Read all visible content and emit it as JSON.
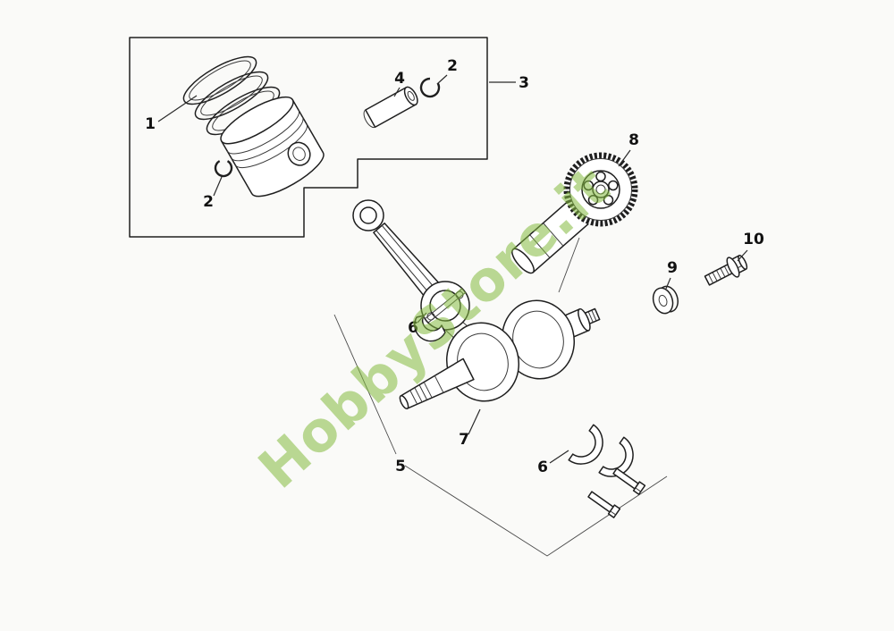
{
  "watermark": {
    "text": "HobbyStore.it",
    "color": "#84bb3f"
  },
  "callouts": [
    {
      "text": "1"
    },
    {
      "text": "2"
    },
    {
      "text": "2"
    },
    {
      "text": "3"
    },
    {
      "text": "4"
    },
    {
      "text": "5"
    },
    {
      "text": "6"
    },
    {
      "text": "6"
    },
    {
      "text": "7"
    },
    {
      "text": "8"
    },
    {
      "text": "9"
    },
    {
      "text": "10"
    }
  ]
}
